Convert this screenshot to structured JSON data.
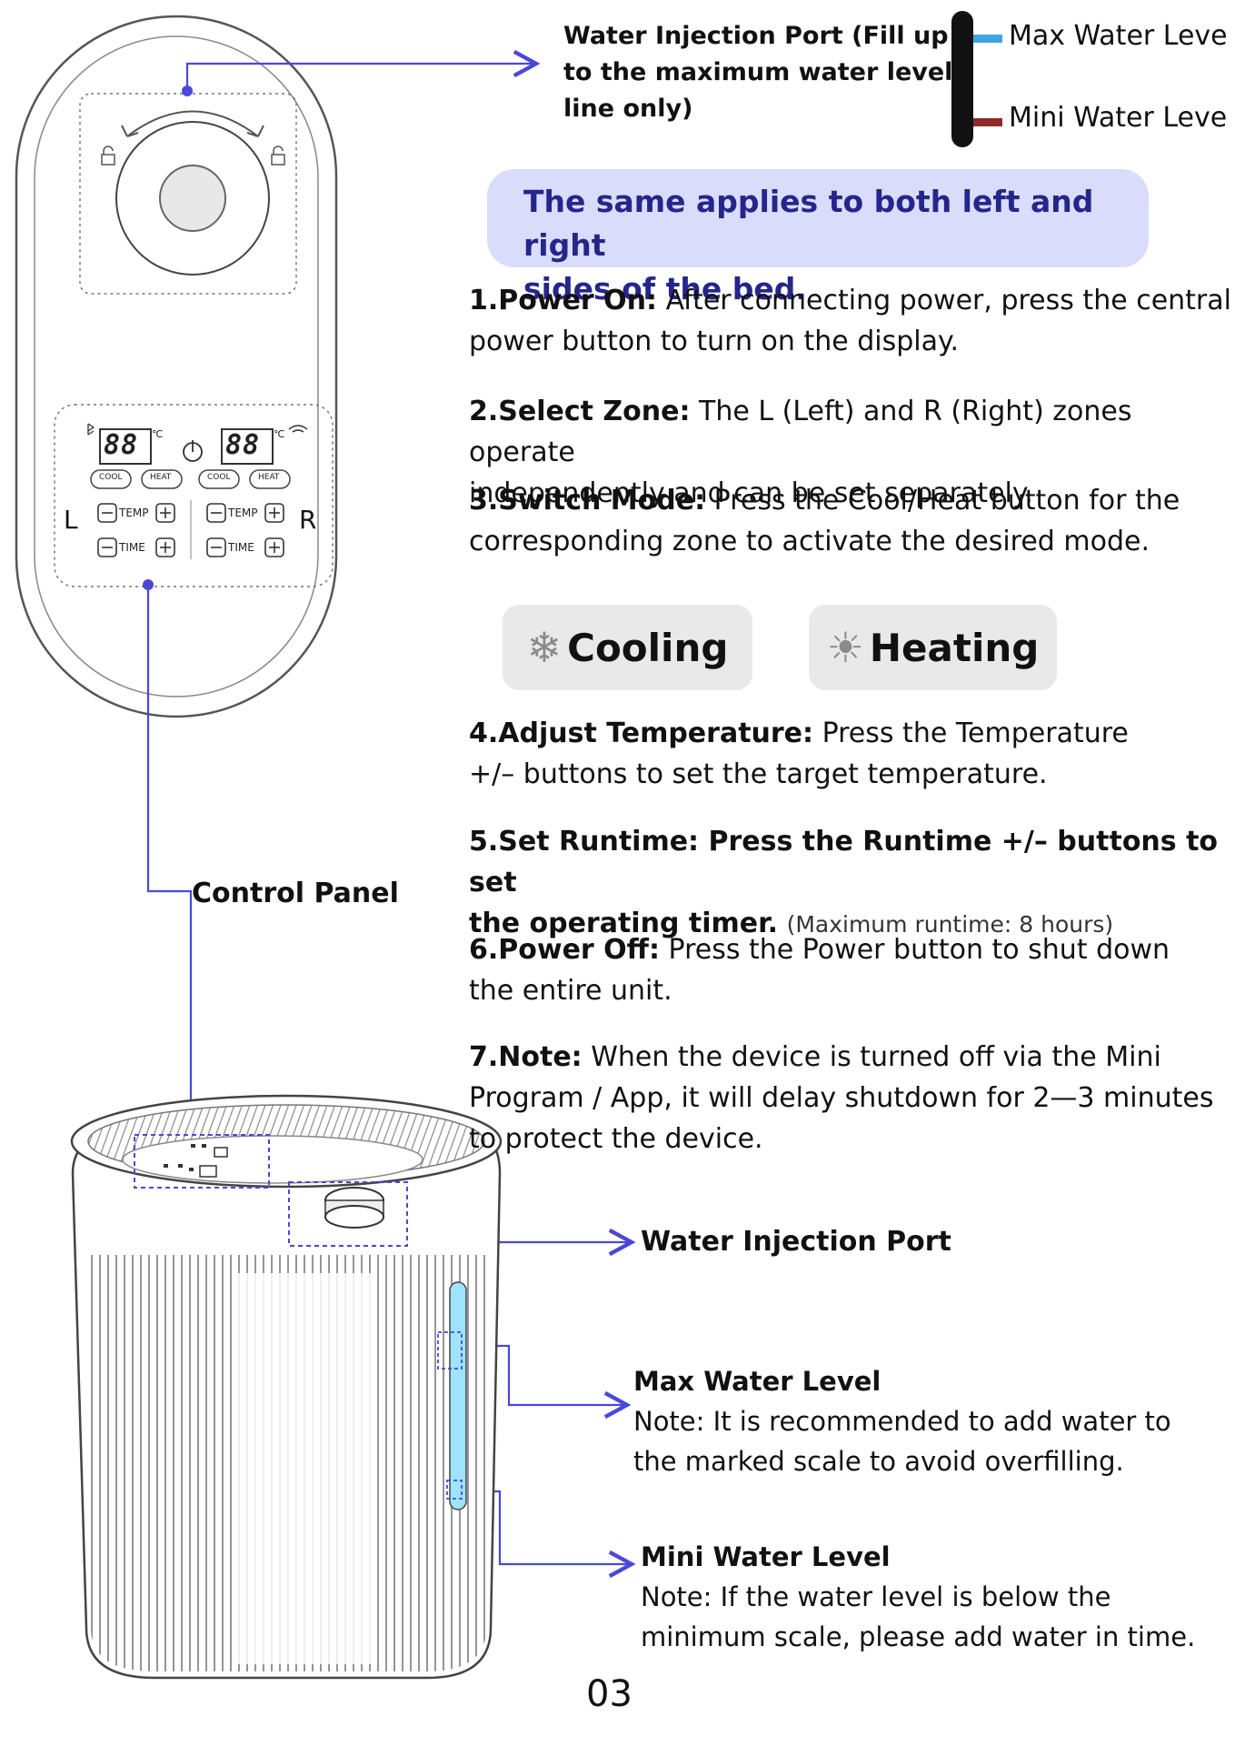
{
  "top_callout": {
    "lines": [
      "Water Injection Port (Fill up",
      "to the maximum water level",
      "line only)"
    ]
  },
  "level_legend": {
    "max_label": "Max Water Leve",
    "min_label": "Mini Water Leve",
    "max_color": "#3fa6e0",
    "min_color": "#8e2a2a"
  },
  "banner": {
    "lines": [
      "The same applies to both left and right",
      "sides of the bed."
    ]
  },
  "steps": {
    "s1": {
      "head": "1.Power On:",
      "l1": " After connecting power, press the central",
      "l2": "power button to turn on the display."
    },
    "s2": {
      "head": "2.Select Zone:",
      "l1": " The L (Left) and R (Right) zones operate",
      "l2": "independently and can be set separately."
    },
    "s3": {
      "head": "3.Switch Mode:",
      "l1": " Press the Cool/Heat button for the",
      "l2": "corresponding zone to activate the desired mode."
    },
    "s4": {
      "head": "4.Adjust Temperature:",
      "l1": " Press the Temperature",
      "l2": "+/– buttons to set the target temperature."
    },
    "s5": {
      "l1": "5.Set Runtime: Press the Runtime +/– buttons to set",
      "l2": "the operating timer.",
      "aside": "(Maximum runtime: 8 hours)"
    },
    "s6": {
      "head": "6.Power Off:",
      "l1": " Press the Power button to shut down",
      "l2": "the entire unit."
    },
    "s7": {
      "head": "7.Note:",
      "l1": " When the device is turned off via the Mini",
      "l2": "Program / App, it will delay shutdown for 2—3 minutes",
      "l3": "to protect the device."
    }
  },
  "modes": {
    "cooling": {
      "icon": "snowflake-icon",
      "label": "Cooling"
    },
    "heating": {
      "icon": "sun-icon",
      "label": "Heating"
    }
  },
  "control_panel": {
    "label": "Control Panel",
    "display_left": "88",
    "display_right": "88",
    "unit": "℃",
    "cool": "COOL",
    "heat": "HEAT",
    "temp": "TEMP",
    "time": "TIME",
    "left": "L",
    "right": "R"
  },
  "bottom_callouts": {
    "injection_port": "Water Injection Port",
    "max_title": "Max Water Level",
    "max_note_l1": "Note: It is recommended to add water to",
    "max_note_l2": "the marked scale to avoid overfilling.",
    "min_title": "Mini Water Level",
    "min_note_l1": "Note: If the water level is below the",
    "min_note_l2": "minimum scale, please add water in time."
  },
  "page_number": "03",
  "colors": {
    "accent": "#4a48d8",
    "banner_bg": "#d9dcfb",
    "banner_text": "#25268a",
    "tank_water": "#9fe3ff"
  }
}
